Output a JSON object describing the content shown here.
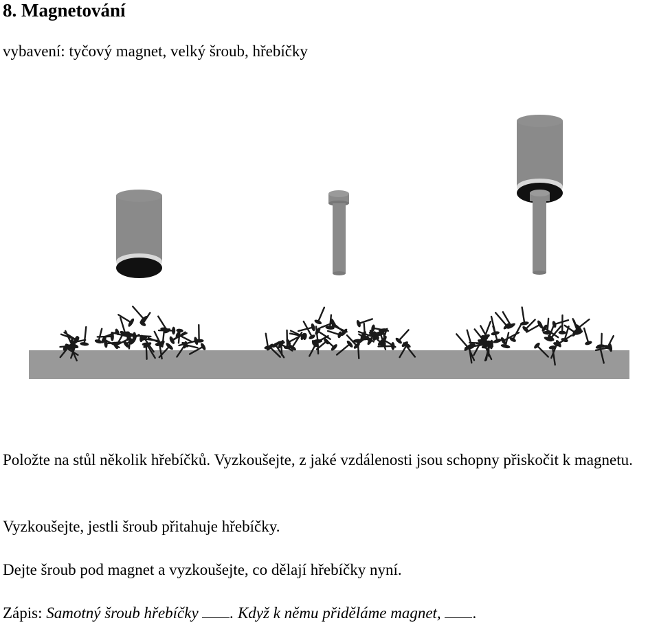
{
  "title": "8. Magnetování",
  "equipment": "vybavení: tyčový magnet, velký šroub, hřebíčky",
  "paragraphs": {
    "p1": "Položte na stůl několik hřebíčků. Vyzkoušejte, z jaké vzdálenosti jsou schopny přiskočit k magnetu.",
    "p2": "Vyzkoušejte, jestli šroub přitahuje hřebíčky.",
    "p3": "Dejte šroub pod magnet a vyzkoušejte, co dělají hřebíčky nyní."
  },
  "record": {
    "label": "Zápis:",
    "part1": "Samotný šroub hřebíčky",
    "part2": ". Když k němu přiděláme magnet,",
    "part3": "."
  },
  "colors": {
    "magnet_body": "#8a8a8a",
    "magnet_ring": "#d9d9d9",
    "magnet_bottom": "#111111",
    "table": "#999999",
    "nails": "#1a1a1a"
  }
}
